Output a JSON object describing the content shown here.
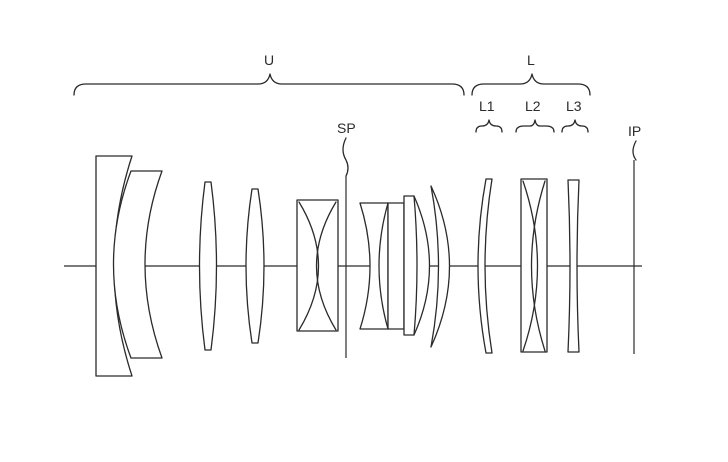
{
  "labels": {
    "upper_group": "U",
    "lower_group": "L",
    "sub_l1": "L1",
    "sub_l2": "L2",
    "sub_l3": "L3",
    "stop": "SP",
    "image_plane": "IP"
  }
}
